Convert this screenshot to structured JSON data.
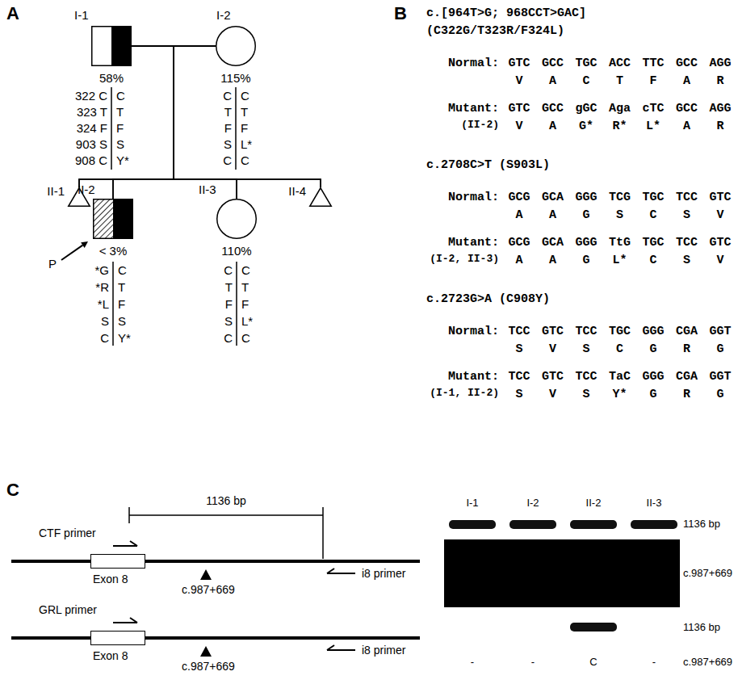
{
  "diagram": {
    "nodes": [
      {
        "text": [
          "I-1",
          "58%"
        ]
      },
      {
        "text": [
          "I-2",
          "115%"
        ]
      },
      {
        "text": [
          "II-1"
        ]
      },
      {
        "text": [
          "II-2",
          "< 3%"
        ]
      },
      {
        "text": [
          "II-3",
          "110%"
        ]
      },
      {
        "text": [
          "II-4"
        ]
      },
      {
        "text": [
          "Exon 8"
        ]
      },
      {
        "text": [
          "Exon 8"
        ]
      }
    ],
    "edges": [
      {
        "from": 0,
        "to": 1,
        "arrow": "none"
      },
      {
        "from": 0,
        "to": 2,
        "arrow": "none"
      },
      {
        "from": 0,
        "to": 3,
        "arrow": "none"
      },
      {
        "from": 0,
        "to": 4,
        "arrow": "none"
      },
      {
        "from": 0,
        "to": 5,
        "arrow": "none"
      },
      {
        "from": 1,
        "to": 2,
        "arrow": "none"
      },
      {
        "from": 1,
        "to": 3,
        "arrow": "none"
      },
      {
        "from": 1,
        "to": 4,
        "arrow": "none"
      },
      {
        "from": 1,
        "to": 5,
        "arrow": "none"
      }
    ],
    "labels": [
      "A",
      "322 C",
      "323 T",
      "324 F",
      "903 S",
      "908 C",
      "C",
      "T",
      "F",
      "S",
      "Y*",
      "C",
      "T",
      "F",
      "S",
      "C",
      "C",
      "T",
      "F",
      "L*",
      "C",
      "*G",
      "*R",
      "*L",
      "S",
      "C",
      "C",
      "T",
      "F",
      "S",
      "Y*",
      "C",
      "T",
      "F",
      "S",
      "C",
      "C",
      "T",
      "F",
      "L*",
      "C",
      "P",
      "B",
      "c.[964T>G; 968CCT>GAC]",
      "(C322G/T323R/F324L)",
      "Normal:",
      "GTC",
      "GCC",
      "TGC",
      "ACC",
      "TTC",
      "GCC",
      "AGG",
      "V",
      "A",
      "C",
      "T",
      "F",
      "A",
      "R",
      "Mutant:",
      "(II-2)",
      "GTC",
      "GCC",
      "gGC",
      "Aga",
      "cTC",
      "GCC",
      "AGG",
      "V",
      "A",
      "G*",
      "R*",
      "L*",
      "A",
      "R",
      "c.2708C>T (S903L)",
      "Normal:",
      "GCG",
      "GCA",
      "GGG",
      "TCG",
      "TGC",
      "TCC",
      "GTC",
      "A",
      "A",
      "G",
      "S",
      "C",
      "S",
      "V",
      "Mutant:",
      "(I-2, II-3)",
      "GCG",
      "GCA",
      "GGG",
      "TtG",
      "TGC",
      "TCC",
      "GTC",
      "A",
      "A",
      "G",
      "L*",
      "C",
      "S",
      "V",
      "c.2723G>A (C908Y)",
      "Normal:",
      "TCC",
      "GTC",
      "TCC",
      "TGC",
      "GGG",
      "CGA",
      "GGT",
      "S",
      "V",
      "S",
      "C",
      "G",
      "R",
      "G",
      "Mutant:",
      "(I-1, II-2)",
      "TCC",
      "GTC",
      "TCC",
      "TaC",
      "GGG",
      "CGA",
      "GGT",
      "S",
      "V",
      "S",
      "Y*",
      "G",
      "R",
      "G",
      "C",
      "1136 bp",
      "CTF primer",
      "c.987+669",
      "i8 primer",
      "GRL primer",
      "c.987+669",
      "i8 primer",
      "I-1",
      "I-2",
      "II-2",
      "II-3",
      "1136 bp",
      "c.987+669",
      "1136 bp",
      "-",
      "-",
      "C",
      "-",
      "c.987+669"
    ]
  }
}
